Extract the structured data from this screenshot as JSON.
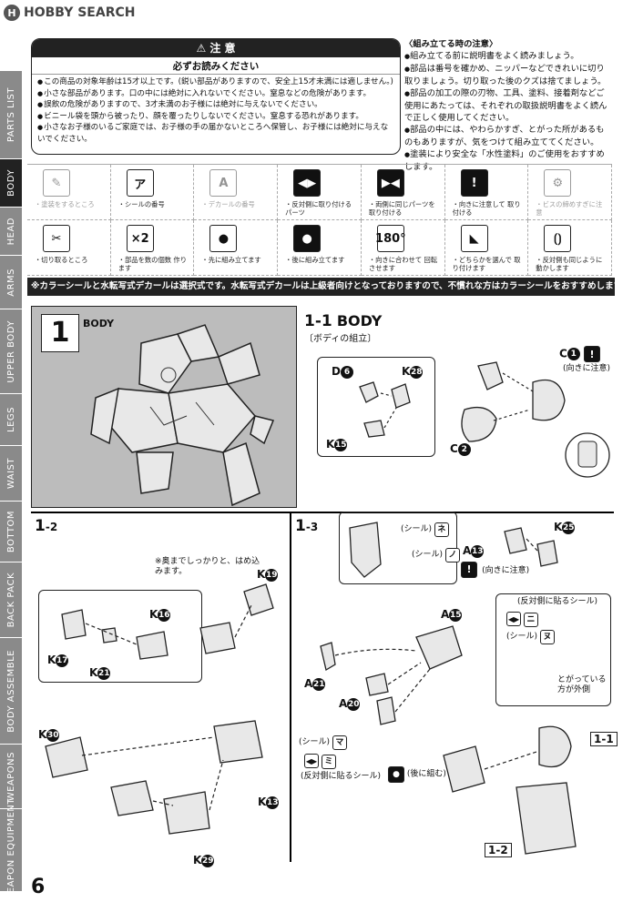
{
  "header": {
    "logo": "HOBBY SEARCH"
  },
  "side_tabs": [
    {
      "label": "PARTS LIST",
      "active": false
    },
    {
      "label": "BODY",
      "active": true
    },
    {
      "label": "HEAD",
      "active": false
    },
    {
      "label": "ARMS",
      "active": false
    },
    {
      "label": "UPPER BODY",
      "active": false
    },
    {
      "label": "LEGS",
      "active": false
    },
    {
      "label": "WAIST",
      "active": false
    },
    {
      "label": "BOTTOM",
      "active": false
    },
    {
      "label": "BACK PACK",
      "active": false
    },
    {
      "label": "BODY ASSEMBLE",
      "active": false
    },
    {
      "label": "WEAPONS",
      "active": false
    },
    {
      "label": "WEAPON EQUIPMENT",
      "active": false
    }
  ],
  "caution": {
    "title": "注 意",
    "subtitle": "必ずお読みください",
    "items": [
      "この商品の対象年齢は15才以上です。(鋭い部品がありますので、安全上15才未満には適しません。)",
      "小さな部品があります。口の中には絶対に入れないでください。窒息などの危険があります。",
      "誤飲の危険がありますので、3才未満のお子様には絶対に与えないでください。",
      "ビニール袋を頭から被ったり、顔を覆ったりしないでください。窒息する恐れがあります。",
      "小さなお子様のいるご家庭では、お子様の手の届かないところへ保管し、お子様には絶対に与えないでください。"
    ]
  },
  "assembly_notes": {
    "title": "〈組み立てる時の注意〉",
    "items": [
      "組み立てる前に説明書をよく読みましょう。",
      "部品は番号を確かめ、ニッパーなどできれいに切り取りましょう。切り取った後のクズは捨てましょう。",
      "部品の加工の際の刃物、工具、塗料、接着剤などご使用にあたっては、それぞれの取扱説明書をよく読んで正しく使用してください。",
      "部品の中には、やわらかすぎ、とがった所があるものもありますが、気をつけて組み立ててください。",
      "塗装により安全な「水性塗料」のご使用をおすすめします。"
    ]
  },
  "symbols": [
    {
      "icon": "brush-icon",
      "glyph": "✎",
      "label": "・塗装をするところ",
      "faded": true
    },
    {
      "icon": "sticker-icon",
      "glyph": "ア",
      "label": "・シールの番号",
      "faded": false
    },
    {
      "icon": "decal-icon",
      "glyph": "A",
      "label": "・デカールの番号",
      "faded": true
    },
    {
      "icon": "reverse-side-icon",
      "glyph": "◀▶",
      "label": "・反対側に取り付ける パーツ",
      "faded": false
    },
    {
      "icon": "both-sides-icon",
      "glyph": "▶◀",
      "label": "・両側に同じパーツを 取り付ける",
      "faded": false
    },
    {
      "icon": "orientation-icon",
      "glyph": "!",
      "label": "・向きに注意して 取り付ける",
      "faded": false
    },
    {
      "icon": "screw-icon",
      "glyph": "⚙",
      "label": "・ビスの締めすぎに注意",
      "faded": true
    },
    {
      "icon": "nipper-icon",
      "glyph": "✂",
      "label": "・切り取るところ",
      "faded": false
    },
    {
      "icon": "quantity-icon",
      "glyph": "×2",
      "label": "・部品を数の個数 作ります",
      "faded": false
    },
    {
      "icon": "first-assemble-icon",
      "glyph": "●",
      "label": "・先に組み立てます",
      "faded": false
    },
    {
      "icon": "later-assemble-icon",
      "glyph": "●",
      "label": "・後に組み立てます",
      "faded": false
    },
    {
      "icon": "rotate-icon",
      "glyph": "180°",
      "label": "・向きに合わせて 回転させます",
      "faded": false
    },
    {
      "icon": "select-icon",
      "glyph": "◣",
      "label": "・どちらかを選んで 取り付けます",
      "faded": false
    },
    {
      "icon": "movable-icon",
      "glyph": "⟮⟯",
      "label": "・反対側も同じように 動かします",
      "faded": false
    }
  ],
  "notice": "※カラーシールと水転写式デカールは選択式です。水転写式デカールは上級者向けとなっておりますので、不慣れな方はカラーシールをおすすめします。",
  "step1": {
    "number": "1",
    "title": "BODY"
  },
  "step1_1": {
    "num": "1-1",
    "title": "BODY",
    "subtitle": "〔ボディの組立〕",
    "labels": [
      "D",
      "K",
      "K",
      "C",
      "C"
    ],
    "label_nums": [
      "6",
      "28",
      "15",
      "1",
      "2"
    ],
    "orient_note": "(向きに注意)"
  },
  "step1_2": {
    "num": "1",
    "num_sub": "-2",
    "note": "※奥までしっかりと、はめ込みます。",
    "labels": {
      "k19": "K",
      "k16": "K",
      "k17": "K",
      "k21": "K",
      "k30": "K",
      "k13": "K",
      "k29": "K"
    },
    "label_nums": {
      "k19": "19",
      "k16": "16",
      "k17": "17",
      "k21": "21",
      "k30": "30",
      "k13": "13",
      "k29": "29"
    }
  },
  "step1_3": {
    "num": "1",
    "num_sub": "-3",
    "seal": "(シール)",
    "seal_ne": "ネ",
    "seal_no": "ノ",
    "k25": "K",
    "k25n": "25",
    "a13": "A",
    "a13n": "13",
    "orient_note": "(向きに注意)",
    "a15": "A",
    "a15n": "15",
    "a21": "A",
    "a21n": "21",
    "a20": "A",
    "a20n": "20",
    "reverse_seal": "(反対側に貼るシール)",
    "seal_ni": "ニ",
    "seal_nu": "ヌ",
    "seal_ma": "マ",
    "seal_mi": "ミ",
    "pointed": "とがっている方が外側",
    "later": "(後に組む)",
    "ref1": "1-1",
    "ref2": "1-2"
  },
  "page_number": "6"
}
